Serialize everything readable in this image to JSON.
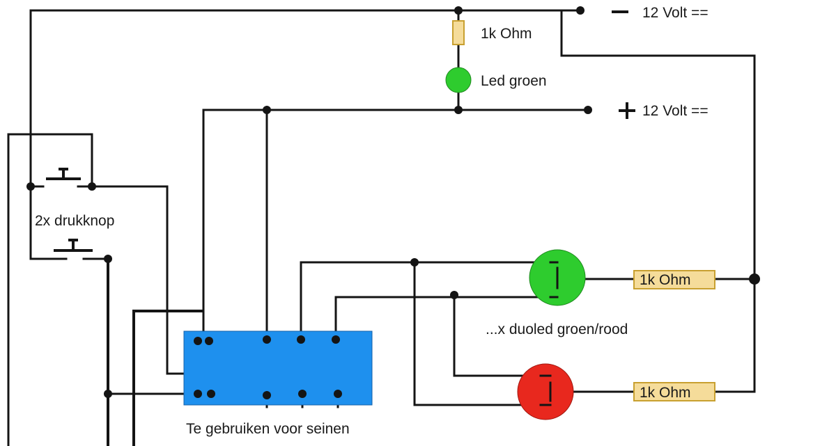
{
  "labels": {
    "neg_supply": "12 Volt ==",
    "pos_supply": "12 Volt ==",
    "resistor_top": "1k  Ohm",
    "led_green": "Led groen",
    "pushbuttons": "2x drukknop",
    "duoled": "...x duoled groen/rood",
    "resistor_green": "1k Ohm",
    "resistor_red": "1k Ohm",
    "relay_caption": "Te gebruiken voor seinen"
  },
  "colors": {
    "relay": "#1e90ee",
    "led_green": "#2ecc2e",
    "led_red": "#e8281e",
    "resistor": "#f5dc9a",
    "resistor_border": "#c8a030",
    "wire": "#141414"
  }
}
